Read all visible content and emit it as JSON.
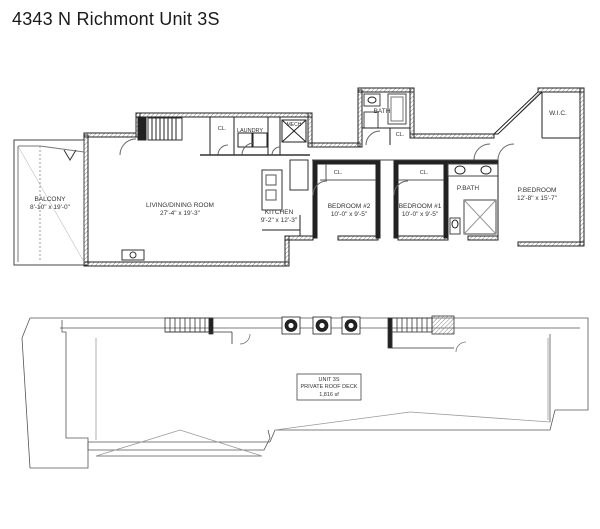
{
  "title": "4343 N Richmont Unit 3S",
  "rooms": {
    "balcony": {
      "name": "BALCONY",
      "dims": "8'-10\" x 19'-0\""
    },
    "living": {
      "name": "LIVING/DINING ROOM",
      "dims": "27'-4\" x 19'-3\""
    },
    "kitchen": {
      "name": "KITCHEN",
      "dims": "9'-2\" x 12'-3\""
    },
    "bedroom2": {
      "name": "BEDROOM #2",
      "dims": "10'-0\" x 9'-5\""
    },
    "bedroom1": {
      "name": "BEDROOM #1",
      "dims": "10'-0\" x 9'-5\""
    },
    "pbedroom": {
      "name": "P.BEDROOM",
      "dims": "12'-8\" x 15'-7\""
    },
    "pbath": {
      "name": "P.BATH"
    },
    "bath": {
      "name": "BATH"
    },
    "wic": {
      "name": "W.I.C."
    },
    "laundry": {
      "name": "LAUNDRY"
    },
    "mech": {
      "name": "MECH"
    },
    "closet": {
      "name": "CL."
    }
  },
  "roof_deck": {
    "line1": "UNIT 3S",
    "line2": "PRIVATE ROOF DECK",
    "line3": "1,816 sf"
  },
  "colors": {
    "wall": "#222222",
    "hatch": "#bbbbbb",
    "line": "#555555"
  }
}
